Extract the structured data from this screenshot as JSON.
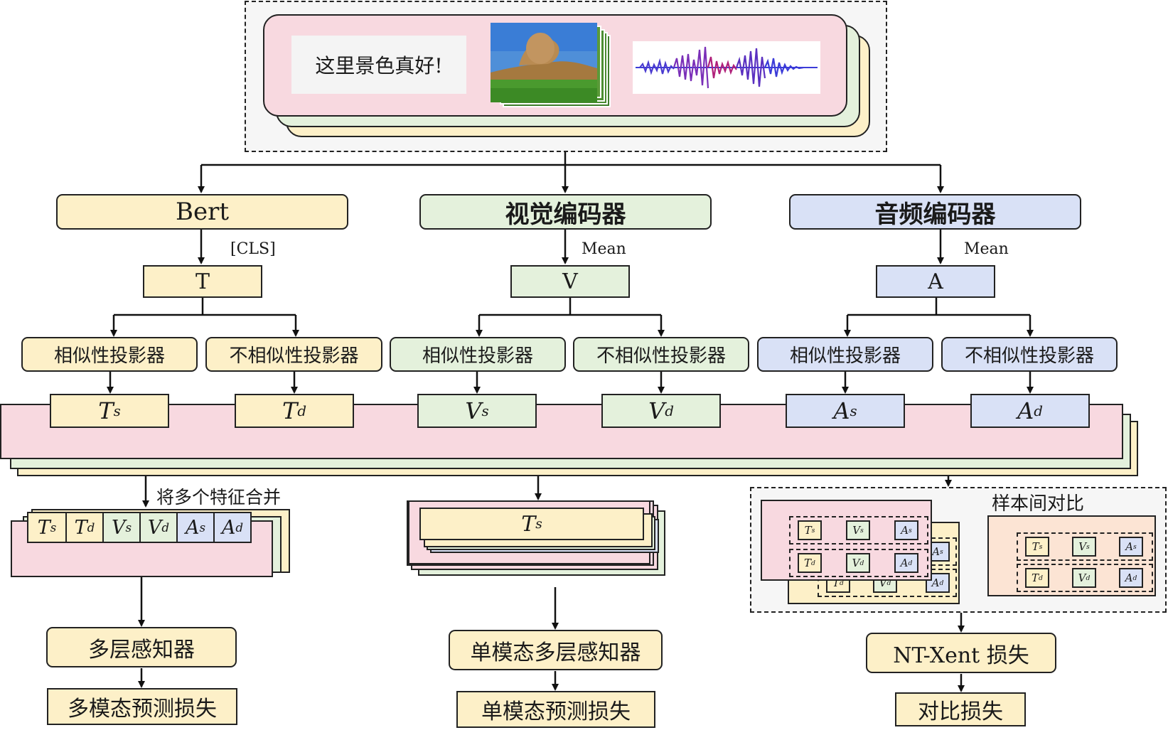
{
  "input": {
    "text": "这里景色真好!",
    "image_desc_icon": "landscape-photo-icon",
    "audio_icon": "waveform-icon"
  },
  "encoders": {
    "text": "Bert",
    "visual": "视觉编码器",
    "audio": "音频编码器"
  },
  "pooling": {
    "text": "[CLS]",
    "visual": "Mean",
    "audio": "Mean"
  },
  "features": {
    "text": "T",
    "visual": "V",
    "audio": "A"
  },
  "projectors": {
    "similar": "相似性投影器",
    "dissimilar": "不相似性投影器"
  },
  "sub_features": {
    "T": "T",
    "V": "V",
    "A": "A",
    "s": "s",
    "d": "d"
  },
  "branches": {
    "concat_label": "将多个特征合并",
    "contrast_title": "样本间对比"
  },
  "heads": {
    "mlp": "多层感知器",
    "unimodal_mlp": "单模态多层感知器",
    "ntxent": "NT-Xent 损失"
  },
  "losses": {
    "multimodal": "多模态预测损失",
    "unimodal": "单模态预测损失",
    "contrastive": "对比损失"
  },
  "colors": {
    "text_branch": "#fdf0c8",
    "visual_branch": "#e4f1dc",
    "audio_branch": "#d9e1f6",
    "sample_stack": "#f8d9e0",
    "contrast_sample": "#fce4d4"
  }
}
